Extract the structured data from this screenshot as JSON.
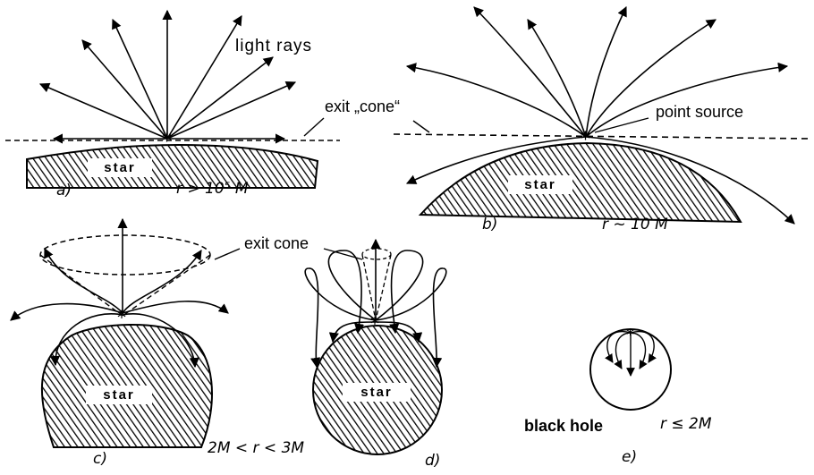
{
  "labels": {
    "light_rays": "light rays",
    "exit_cone_quoted": "exit „cone“",
    "point_source": "point source",
    "exit_cone": "exit cone",
    "star": "star",
    "black_hole": "black hole"
  },
  "panels": {
    "a": {
      "tag": "a)",
      "condition": "r > 10⁵ M"
    },
    "b": {
      "tag": "b)",
      "condition": "r ~ 10 M"
    },
    "c": {
      "tag": "c)",
      "condition": "2M < r < 3M"
    },
    "d": {
      "tag": "d)"
    },
    "e": {
      "tag": "e)",
      "condition": "r ≤ 2M"
    }
  }
}
